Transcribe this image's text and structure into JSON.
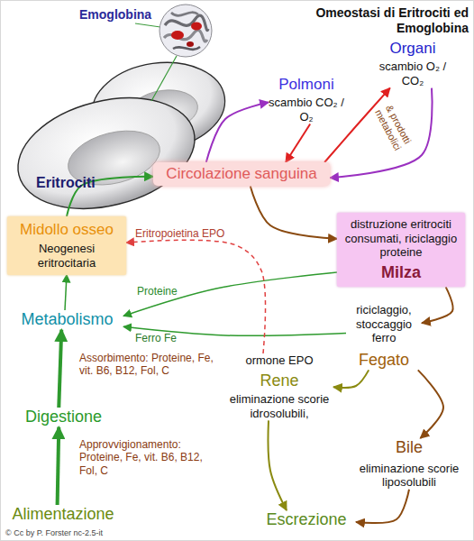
{
  "diagram": {
    "title": "Omeostasi di Eritrociti ed Emoglobina",
    "nodes": [
      {
        "text": [
          "Eritrociti"
        ]
      },
      {
        "text": [
          "Polmoni",
          "scambio CO₂ / O₂"
        ]
      },
      {
        "text": [
          "Organi",
          "scambio O₂ / CO₂"
        ]
      },
      {
        "text": [
          "Circolazione sanguina"
        ]
      },
      {
        "text": [
          "Midollo osseo",
          "Neogenesi eritrocitaria"
        ]
      },
      {
        "text": [
          "distruzione eritrociti consumati, riciclaggio proteine",
          "Milza"
        ]
      },
      {
        "text": [
          "Metabolismo"
        ]
      },
      {
        "text": [
          "riciclaggio, stoccaggio ferro",
          "Fegato"
        ]
      },
      {
        "text": [
          "ormone EPO",
          "Rene",
          "eliminazione scorie idrosolubili,"
        ]
      },
      {
        "text": [
          "Digestione"
        ]
      },
      {
        "text": [
          "Bile",
          "eliminazione scorie liposolubili"
        ]
      },
      {
        "text": [
          "Alimentazione"
        ]
      },
      {
        "text": [
          "Escrezione"
        ]
      }
    ],
    "edges": [
      {
        "from": 4,
        "to": 3,
        "arrow": "to"
      },
      {
        "from": 3,
        "to": 1,
        "arrow": "to"
      },
      {
        "from": 1,
        "to": 3,
        "arrow": "to"
      },
      {
        "from": 3,
        "to": 2,
        "arrow": "to"
      },
      {
        "from": 2,
        "to": 3,
        "label": "& prodotti metabolici",
        "arrow": "to"
      },
      {
        "from": 3,
        "to": 5,
        "arrow": "to"
      },
      {
        "from": 5,
        "to": 6,
        "label": "Proteine",
        "arrow": "to"
      },
      {
        "from": 7,
        "to": 6,
        "label": "Ferro Fe",
        "arrow": "to"
      },
      {
        "from": 5,
        "to": 7,
        "arrow": "to"
      },
      {
        "from": 6,
        "to": 4,
        "arrow": "to"
      },
      {
        "from": 8,
        "to": 4,
        "label": "Eritropoietina EPO",
        "arrow": "to"
      },
      {
        "from": 7,
        "to": 8,
        "arrow": "to"
      },
      {
        "from": 7,
        "to": 10,
        "arrow": "to"
      },
      {
        "from": 8,
        "to": 12,
        "arrow": "to"
      },
      {
        "from": 10,
        "to": 12,
        "arrow": "to"
      },
      {
        "from": 9,
        "to": 6,
        "label": "Assorbimento: Proteine, Fe, vit. B6, B12, Fol, C",
        "arrow": "to"
      },
      {
        "from": 11,
        "to": 9,
        "label": "Approvvigionamento: Proteine, Fe, vit. B6, B12, Fol, C",
        "arrow": "to"
      }
    ],
    "labels": [
      "Emoglobina",
      "© Cc by P. Forster nc-2.5-it"
    ]
  }
}
